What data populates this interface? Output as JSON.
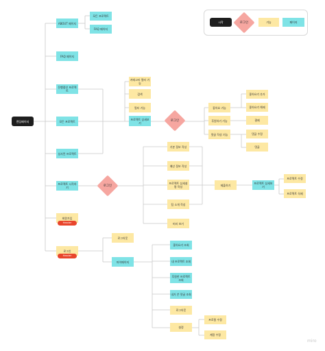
{
  "colors": {
    "page": "#7fe3e6",
    "feature": "#fde8a3",
    "start": "#1e1e1e",
    "login": "#f6a6a0",
    "tag": "#e8452c",
    "line": "#c8c8c8"
  },
  "legend": {
    "start": "시작",
    "login": "로그인",
    "feature": "기능",
    "page": "페이지"
  },
  "start_node": "랜딩페이지",
  "main_pages": {
    "about": "ABOUT 페이지",
    "faq": "FAQ 페이지",
    "recruiting": "진행중인 프로젝트",
    "all_projects": "모든 프로젝트",
    "reviews": "성사된 프로젝트",
    "start_project": "프로젝트 시작하기",
    "signup": "회원가입",
    "login": "로그인"
  },
  "about_children": {
    "all_projects": "모든 프로젝트",
    "faq": "FAQ 페이지"
  },
  "filters": {
    "category": "카테고리 필터 기능",
    "search": "검색",
    "sort": "필터 기능",
    "detail": "프로젝트 상세보기"
  },
  "detail_login": "로그인",
  "detail_actions": {
    "like": "좋아요 기능",
    "share": "후원하기 기능",
    "comment": "댓글 작성 기능"
  },
  "detail_sub": {
    "like_add": "좋아요기 추가",
    "like_remove": "좋아요기 해제",
    "pay": "결제",
    "comment_edit": "댓글 수정",
    "comment_reply": "댓글"
  },
  "start_login": "로그인",
  "creation_steps": {
    "basic": "기본 정보 작성",
    "plan": "예산 정보 작성",
    "detail_info": "프로젝트 상세설명 작성",
    "team": "팀 소개 작성",
    "preview": "미리 보기"
  },
  "submit": "제출하기",
  "submitted_detail": "프로젝트 상세보기",
  "submitted_actions": {
    "edit": "프로젝트 수정",
    "delete": "프로젝트 삭제"
  },
  "tag_text": "Header",
  "login_branch": {
    "logout": "로그아웃",
    "mypage": "마이페이지"
  },
  "mypage_items": {
    "liked": "좋아요기 조회",
    "mine": "내 프로젝트 조회",
    "supported": "후원한 프로젝트 조회",
    "comments": "내가 쓴 댓글 조회",
    "logout": "로그아웃",
    "settings": "설정"
  },
  "settings_items": {
    "edit_profile": "프로필 수정",
    "account": "계정 수정"
  },
  "watermark": "miro"
}
